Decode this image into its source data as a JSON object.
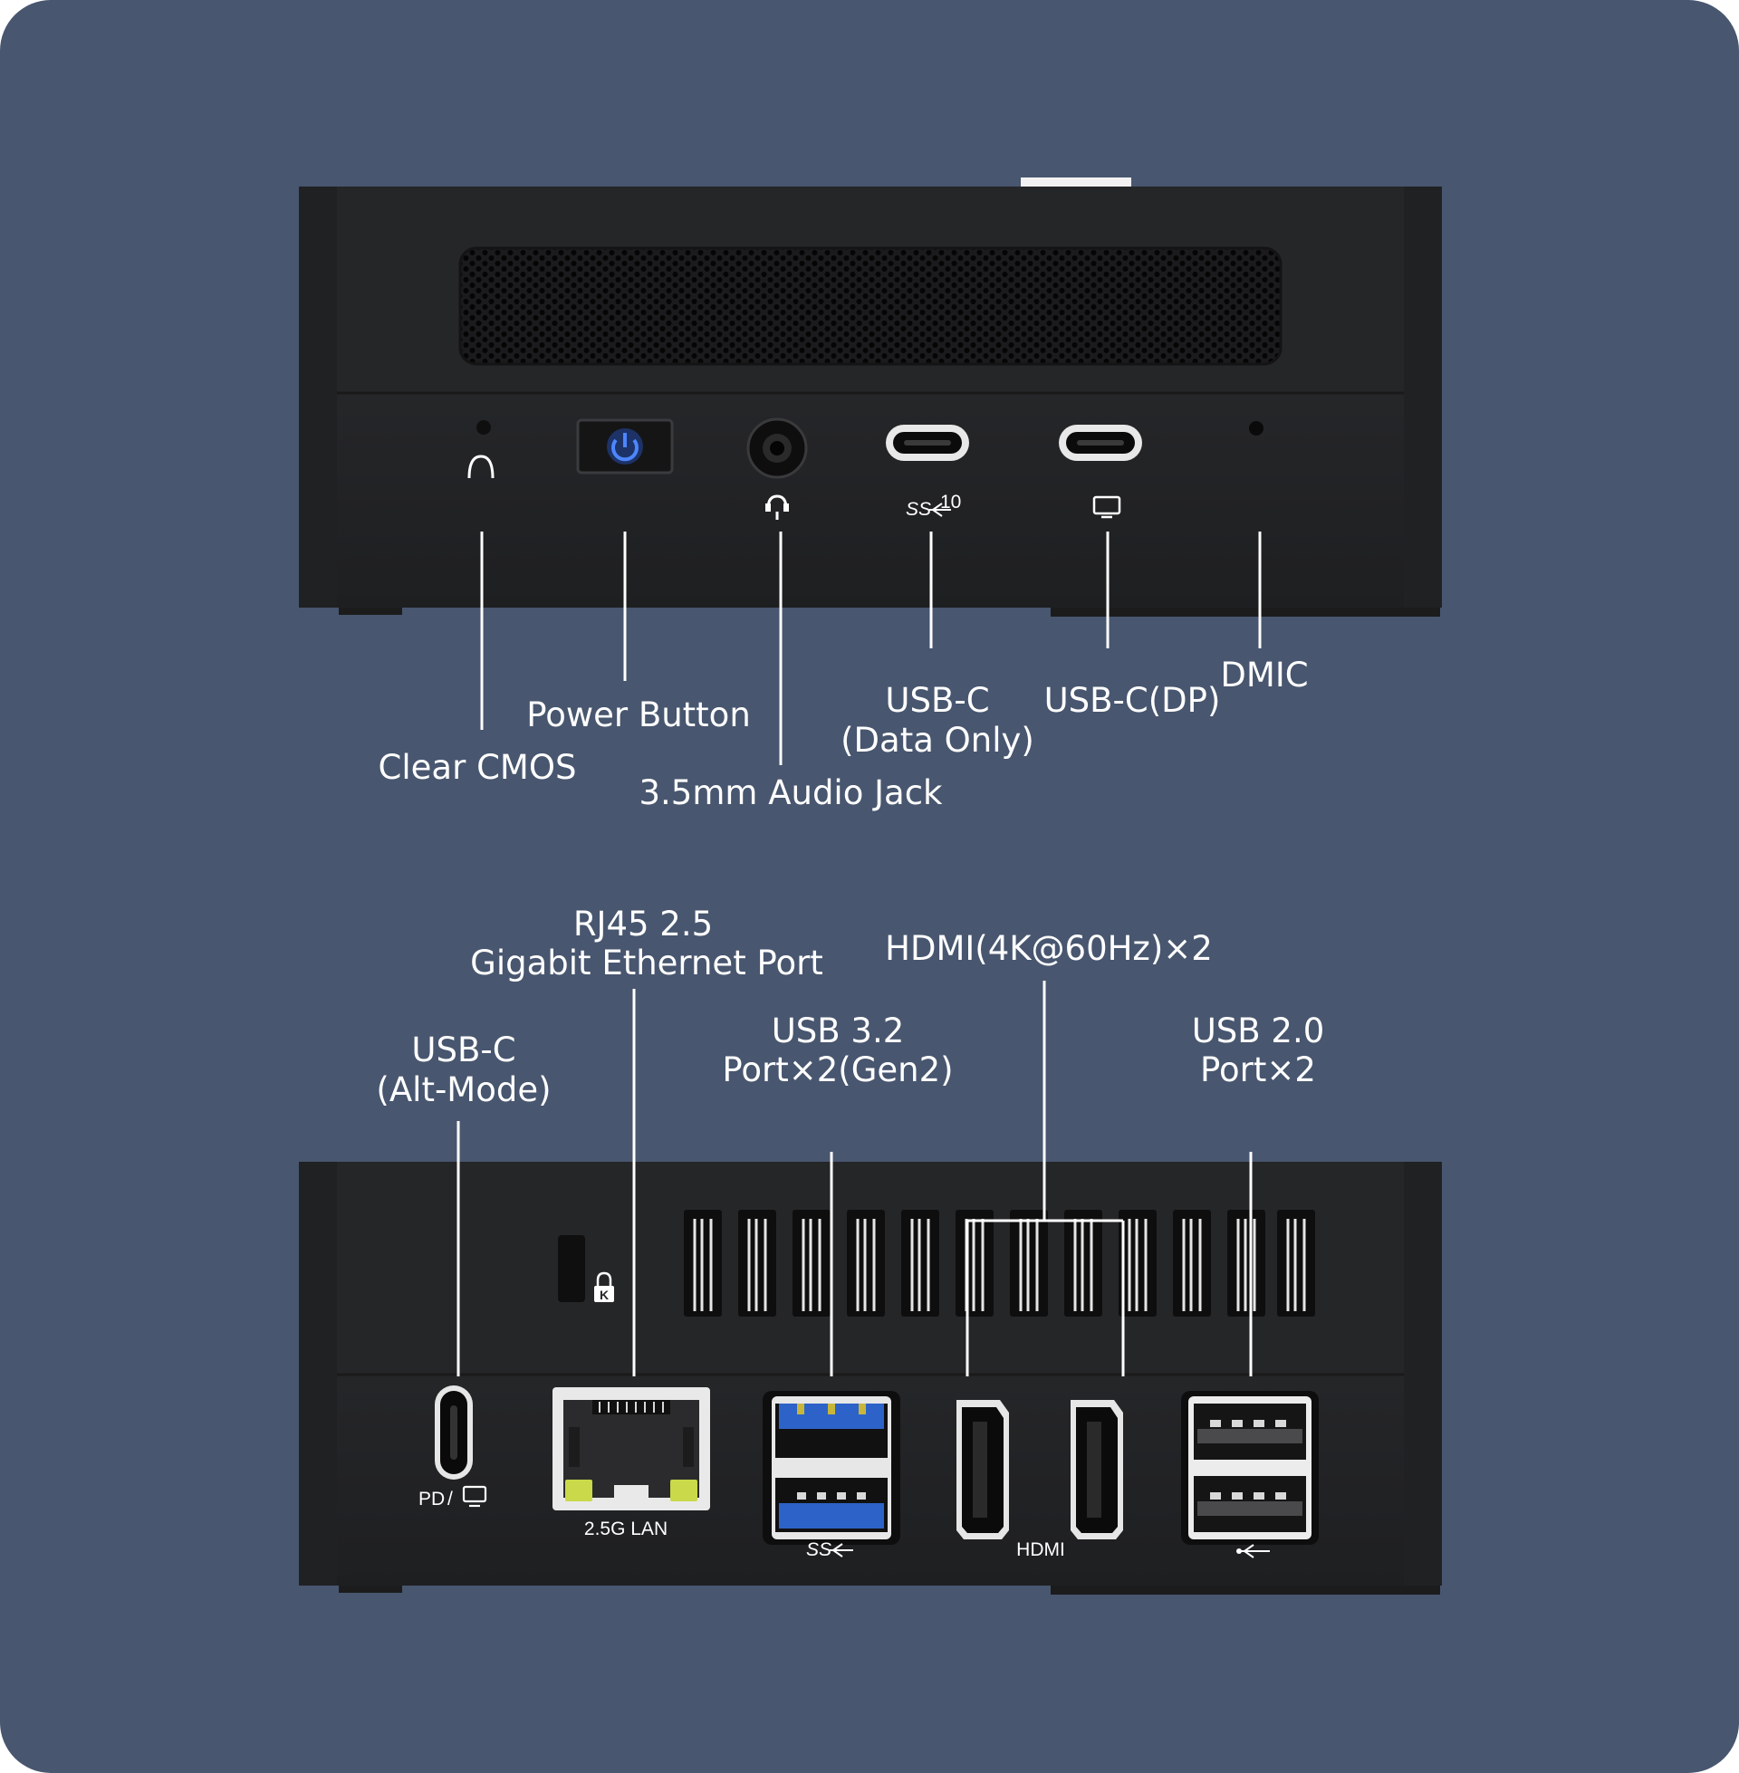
{
  "colors": {
    "background": "#48566f",
    "device_body": "#262729",
    "power_led": "#2f6bff",
    "usb3_blue": "#2d63c8",
    "leader_lines": "#ffffff"
  },
  "front_panel": {
    "callouts": {
      "clear_cmos": "Clear CMOS",
      "power_button": "Power Button",
      "audio_jack": "3.5mm Audio Jack",
      "usb_c_data_line1": "USB-C",
      "usb_c_data_line2": "(Data Only)",
      "usb_c_dp": "USB-C(DP)",
      "dmic": "DMIC"
    },
    "icons": [
      "reset-icon",
      "power-icon",
      "headset-icon",
      "superspeed-10-icon",
      "monitor-icon"
    ],
    "port_marking": {
      "usb_c_data": "10"
    }
  },
  "rear_panel": {
    "callouts": {
      "usb_c_alt_line1": "USB-C",
      "usb_c_alt_line2": "(Alt-Mode)",
      "rj45_line1": "RJ45 2.5",
      "rj45_line2": "Gigabit Ethernet Port",
      "usb32_line1": "USB 3.2",
      "usb32_line2": "Port×2(Gen2)",
      "hdmi": "HDMI(4K@60Hz)×2",
      "usb20_line1": "USB 2.0",
      "usb20_line2": "Port×2"
    },
    "port_markings": {
      "pd": "PD",
      "lan": "2.5G LAN",
      "hdmi": "HDMI"
    },
    "icons": [
      "kensington-lock-icon",
      "monitor-icon",
      "superspeed-icon",
      "usb-icon"
    ]
  }
}
